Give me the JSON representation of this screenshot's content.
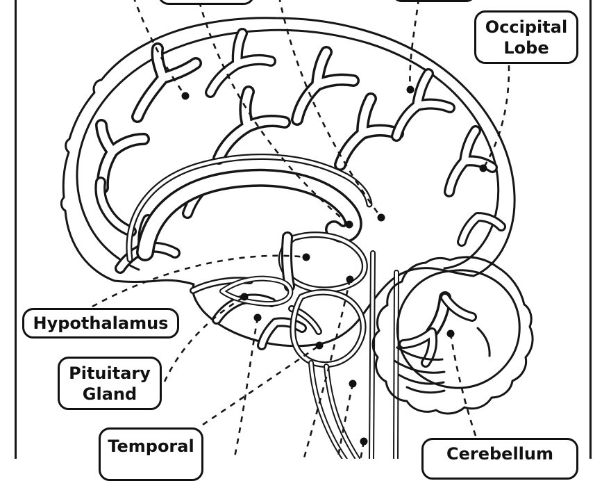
{
  "diagram": {
    "subject": "Human brain sagittal section — labeled anatomy line-art (coloring page style)",
    "style": "black outline drawing on white, dashed leader lines with solid callout dots",
    "line_color": "#161616",
    "text_color": "#111111",
    "background_color": "#ffffff"
  },
  "labels": {
    "occipital": {
      "line1": "Occipital",
      "line2": "Lobe"
    },
    "hypothalamus": {
      "line1": "Hypothalamus"
    },
    "pituitary": {
      "line1": "Pituitary",
      "line2": "Gland"
    },
    "temporal": {
      "line1": "Temporal"
    },
    "cerebellum": {
      "line1": "Cerebellum"
    }
  },
  "cutoff_label_boxes": {
    "count": 2,
    "note": "two label boxes at top edge and several leader lines at top/bottom edges are cropped; their text is not visible"
  },
  "callout_dot_count": 13
}
